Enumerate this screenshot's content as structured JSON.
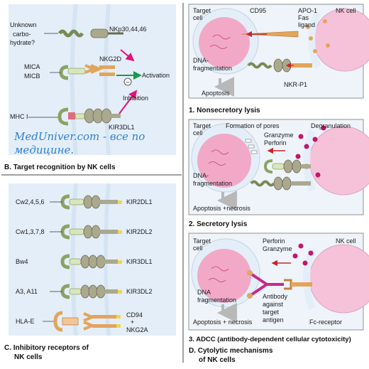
{
  "colors": {
    "cell_fill": "#e4eef8",
    "nucleus_fill": "#f2a9c8",
    "nk_cell_fill": "#f6c2da",
    "receptor_grey": "#aaa98e",
    "receptor_orange": "#e2a55c",
    "ligand_green": "#d9e6bc",
    "arrow_red": "#c9252c",
    "arrow_magenta": "#e0147d",
    "arrow_green": "#1a9a4a",
    "granule": "#c4156b",
    "antibody": "#c8288a",
    "watermark": "#2f7fd0"
  },
  "panel_b": {
    "labels": {
      "carbohydrate": "Unknown carbo- hydrate?",
      "nkp": "NKp30,44,46",
      "nkg2d": "NKG2D",
      "mica": "MICA",
      "micb": "MICB",
      "activation": "Activation",
      "inhibition": "Inhibition",
      "mhc": "MHC I",
      "kir3dl1": "KIR3DL1",
      "minus": "–"
    },
    "caption": "B. Target recognition by NK cells"
  },
  "watermark": {
    "line1": "MedUniver.com - все по",
    "line2": "медицине."
  },
  "panel_c": {
    "rows": [
      {
        "ligand": "Cw2,4,5,6",
        "receptor": "KIR2DL1"
      },
      {
        "ligand": "Cw1,3,7,8",
        "receptor": "KIR2DL2"
      },
      {
        "ligand": "Bw4",
        "receptor": "KIR3DL1"
      },
      {
        "ligand": "A3, A11",
        "receptor": "KIR3DL2"
      },
      {
        "ligand": "HLA-E",
        "receptor": "CD94 + NKG2A"
      }
    ],
    "caption_line1": "C. Inhibitory receptors of",
    "caption_line2": "NK cells"
  },
  "panel_d1": {
    "target_cell": "Target cell",
    "nk_cell": "NK cell",
    "cd95": "CD95",
    "apo1": "APO-1",
    "fas": "Fas",
    "ligand": "ligand",
    "dna": "DNA-",
    "fragmentation": "fragmentation",
    "apoptosis": "Apoptosis",
    "nkrp1": "NKR-P1",
    "caption": "1. Nonsecretory lysis"
  },
  "panel_d2": {
    "target_cell": "Target cell",
    "pores": "Formation of pores",
    "degranulation": "Degranulation",
    "granzyme": "Granzyme",
    "perforin": "Perforin",
    "dna": "DNA-",
    "fragmentation": "fragmentation",
    "apoptosis": "Apoptosis +necrosis",
    "caption": "2. Secretory lysis"
  },
  "panel_d3": {
    "target_cell": "Target cell",
    "nk_cell": "NK cell",
    "perforin": "Perforin",
    "granzyme": "Granzyme",
    "dna": "DNA",
    "fragmentation": "fragmentation",
    "apoptosis": "Apoptosis + necrosis",
    "antibody1": "Antibody",
    "antibody2": "against",
    "antibody3": "target",
    "antibody4": "antigen",
    "fc": "Fc-receptor",
    "caption": "3. ADCC (antibody-dependent cellular cytotoxicity)"
  },
  "panel_d": {
    "caption_line1": "D. Cytolytic mechanisms",
    "caption_line2": "of NK cells"
  }
}
